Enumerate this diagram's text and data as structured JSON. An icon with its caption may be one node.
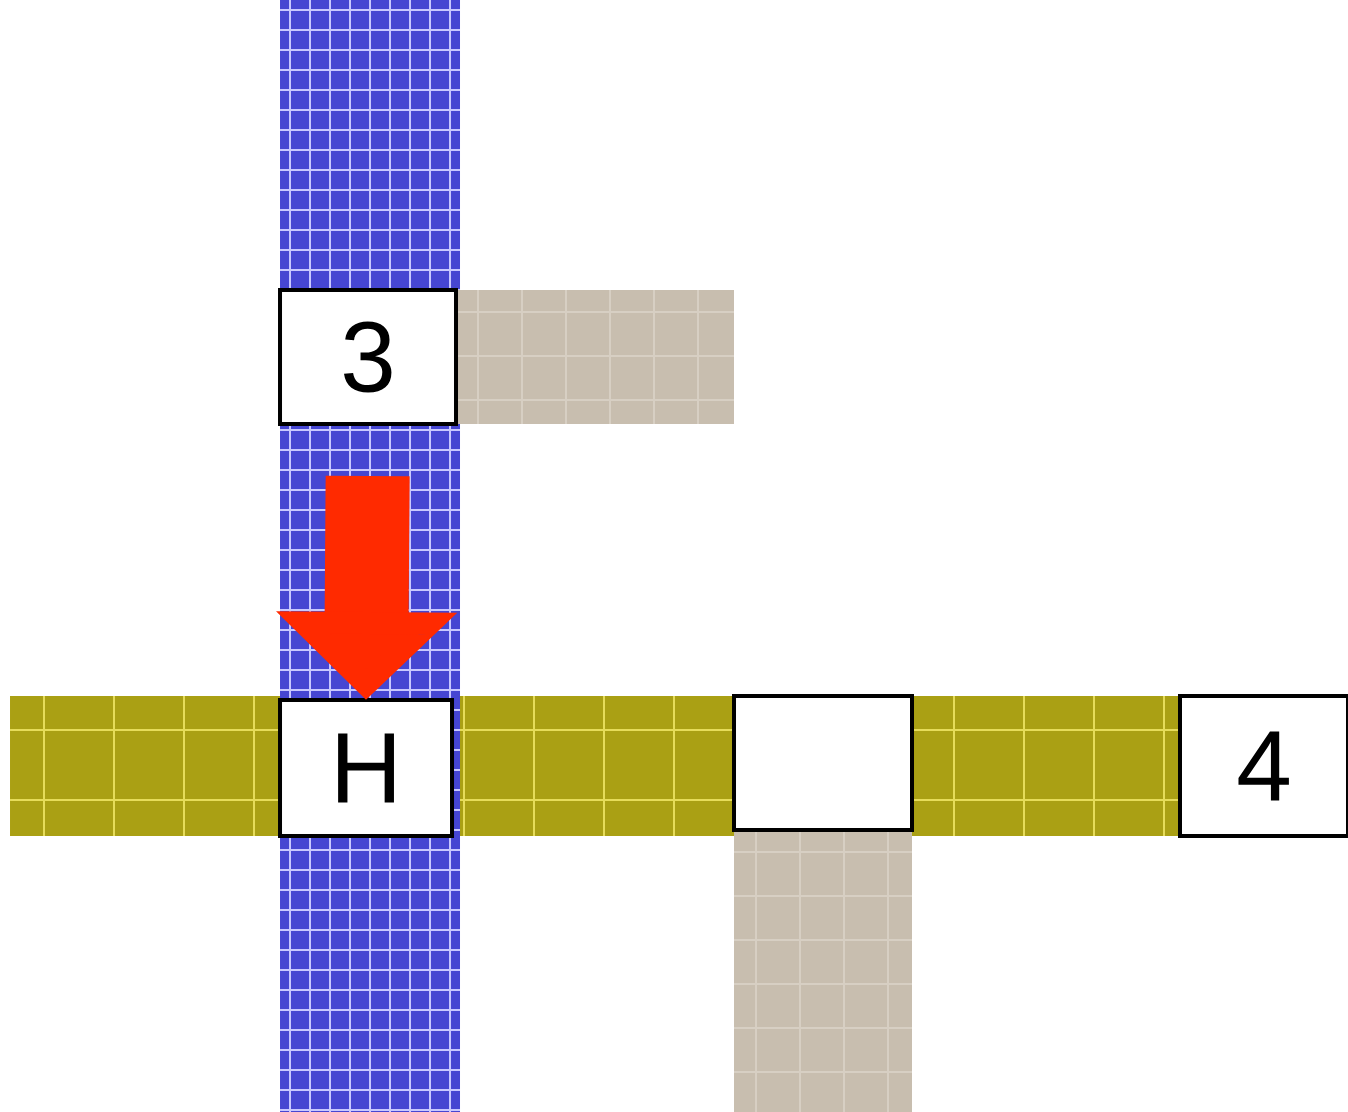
{
  "diagram": {
    "nodes": [
      {
        "text": [
          "3"
        ]
      },
      {
        "text": [
          "H"
        ]
      },
      {
        "text": [],
        "shape": "box"
      },
      {
        "text": [
          "4"
        ]
      }
    ],
    "edges": [
      {
        "from": 0,
        "to": 1,
        "arrow": "to",
        "color": "#ff2a00"
      }
    ]
  }
}
